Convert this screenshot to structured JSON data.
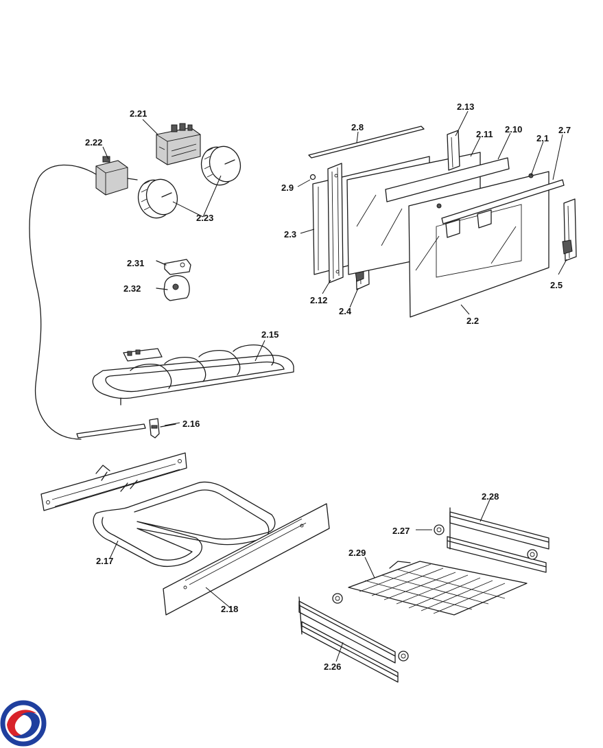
{
  "labels": {
    "p2_21": "2.21",
    "p2_22": "2.22",
    "p2_23": "2.23",
    "p2_31": "2.31",
    "p2_32": "2.32",
    "p2_15": "2.15",
    "p2_16": "2.16",
    "p2_17": "2.17",
    "p2_18": "2.18",
    "p2_8": "2.8",
    "p2_13": "2.13",
    "p2_11": "2.11",
    "p2_10": "2.10",
    "p2_1": "2.1",
    "p2_7": "2.7",
    "p2_9": "2.9",
    "p2_3": "2.3",
    "p2_12": "2.12",
    "p2_4": "2.4",
    "p2_2": "2.2",
    "p2_5": "2.5",
    "p2_28": "2.28",
    "p2_27": "2.27",
    "p2_29": "2.29",
    "p2_26": "2.26"
  },
  "colors": {
    "logo_blue": "#1f3f9e",
    "logo_red": "#d8232a",
    "line": "#1a1a1a"
  },
  "icons": {
    "logo": "brand-swirl-logo"
  }
}
